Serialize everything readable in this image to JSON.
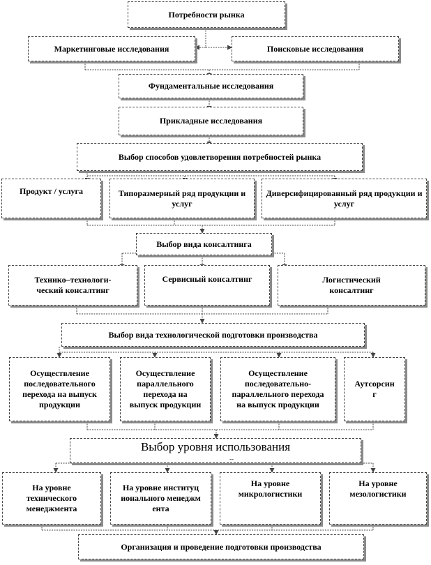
{
  "diagram": {
    "market_needs": "Потребности рынка",
    "marketing_research": "Маркетинговые исследования",
    "search_research": "Поисковые исследования",
    "fundamental_research": "Фундаментальные исследования",
    "applied_research": "Прикладные исследования",
    "ways_choice": "Выбор способов удовлетворения потребностей рынка",
    "product_service": "Продукт / услуга",
    "size_range": "Типоразмерный ряд продукции и услуг",
    "diversified_range": "Диверсифицированный ряд продукции и услуг",
    "consulting_choice": "Выбор вида консалтинга",
    "tech_consulting": "Технико–технологи-ческий консалтинг",
    "service_consulting": "Сервисный консалтинг",
    "logistic_consulting": "Логистический консалтинг",
    "prep_choice": "Выбор вида технологической подготовки производства",
    "sequential": "Осуществление последовательного перехода на выпуск продукции",
    "parallel": "Осуществление параллельного перехода на выпуск продукции",
    "seq_parallel": "Осуществление последовательно-параллельного перехода на выпуск продукции",
    "outsourcing": "Аутсорсинг",
    "level_choice": "Выбор уровня использования",
    "level_mark": "--",
    "tech_management": "На уровне технического менеджмента",
    "inst_management": "На уровне институционального менеджмента",
    "micrologistics": "На уровне микрологистики",
    "mesologistics": "На уровне мезологистики",
    "organization": "Организация и проведение подготовки производства"
  },
  "colors": {
    "line": "#444444",
    "shadow": "#8a8a8a"
  }
}
